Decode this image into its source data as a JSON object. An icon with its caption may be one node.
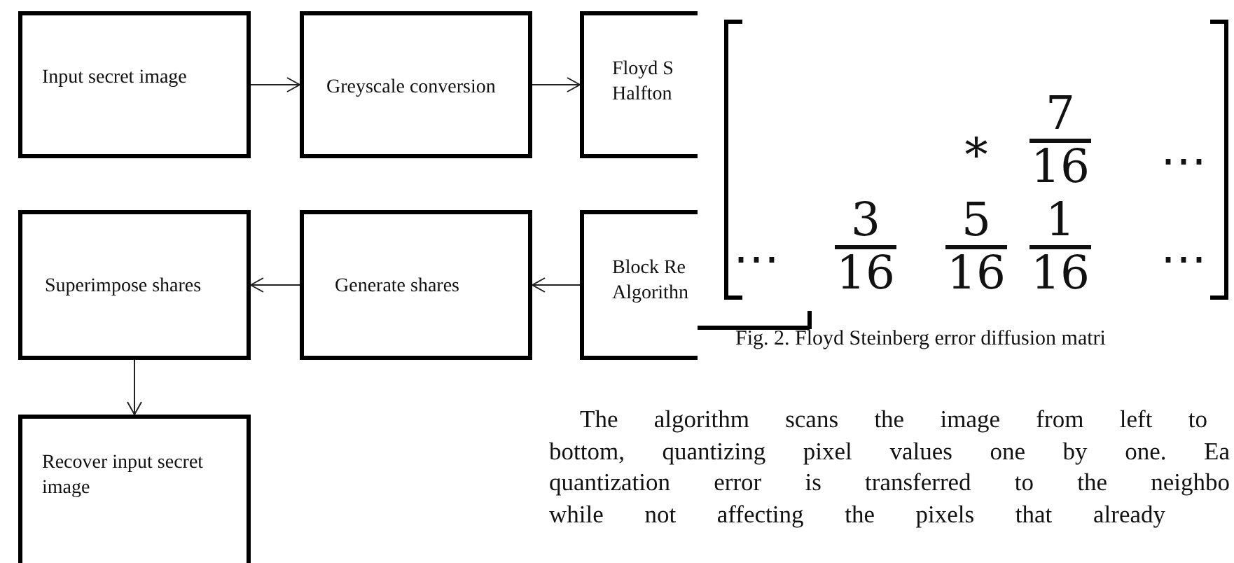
{
  "diagram": {
    "caption": "Fig. 2. Floyd Steinberg error diffusion matri",
    "nodes": [
      {
        "text": [
          "Input secret image"
        ]
      },
      {
        "text": [
          "Greyscale conversion"
        ]
      },
      {
        "text": [
          "Floyd S Halfton"
        ]
      },
      {
        "text": [
          "Block Re Algorithn"
        ]
      },
      {
        "text": [
          "Generate shares"
        ]
      },
      {
        "text": [
          "Superimpose shares"
        ]
      },
      {
        "text": [
          "Recover input secret image"
        ]
      }
    ],
    "edges": [
      {
        "from": 0,
        "to": 1,
        "arrow": "to"
      },
      {
        "from": 1,
        "to": 2,
        "arrow": "to"
      },
      {
        "from": 3,
        "to": 4,
        "arrow": "to"
      },
      {
        "from": 4,
        "to": 5,
        "arrow": "to"
      },
      {
        "from": 5,
        "to": 6,
        "arrow": "to"
      }
    ],
    "labels": [
      "*",
      "7",
      "16",
      "⋯",
      "⋯",
      "3",
      "16",
      "5",
      "16",
      "1",
      "16",
      "⋯",
      "The algorithm scans the image from left to",
      "bottom, quantizing pixel values one by one. Ea",
      "quantization error is transferred to the neighbo",
      "while not affecting the pixels that already"
    ]
  }
}
